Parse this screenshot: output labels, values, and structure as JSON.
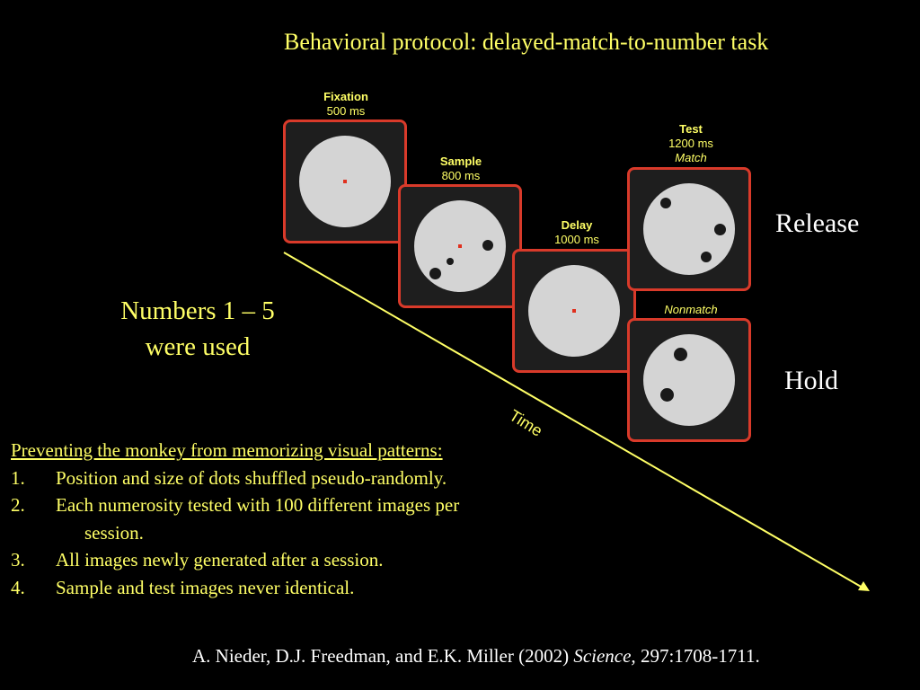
{
  "title": "Behavioral protocol: delayed-match-to-number task",
  "stages": {
    "fixation": {
      "name": "Fixation",
      "duration": "500 ms"
    },
    "sample": {
      "name": "Sample",
      "duration": "800 ms"
    },
    "delay": {
      "name": "Delay",
      "duration": "1000 ms"
    },
    "test": {
      "name": "Test",
      "duration": "1200 ms",
      "match_label": "Match",
      "nonmatch_label": "Nonmatch"
    }
  },
  "responses": {
    "release": "Release",
    "hold": "Hold"
  },
  "time_label": "Time",
  "numbers_note": {
    "line1": "Numbers 1 – 5",
    "line2": "were used"
  },
  "notes": {
    "heading": "Preventing the monkey from memorizing visual patterns:",
    "items": [
      {
        "num": "1.",
        "text": "Position and size of dots shuffled pseudo-randomly.",
        "cont": ""
      },
      {
        "num": "2.",
        "text": "Each numerosity tested with 100 different images per",
        "cont": "session."
      },
      {
        "num": "3.",
        "text": "All images newly generated after a session.",
        "cont": ""
      },
      {
        "num": "4.",
        "text": "Sample and test images never identical.",
        "cont": ""
      }
    ]
  },
  "citation": {
    "authors": "A. Nieder, D.J. Freedman, and E.K. Miller (2002)",
    "journal": "Science,",
    "ref": "297:1708-1711."
  },
  "colors": {
    "accent": "#ffff66",
    "frame": "#d93a2a",
    "disc": "#d4d4d4",
    "fixation_point": "#e0301e"
  }
}
